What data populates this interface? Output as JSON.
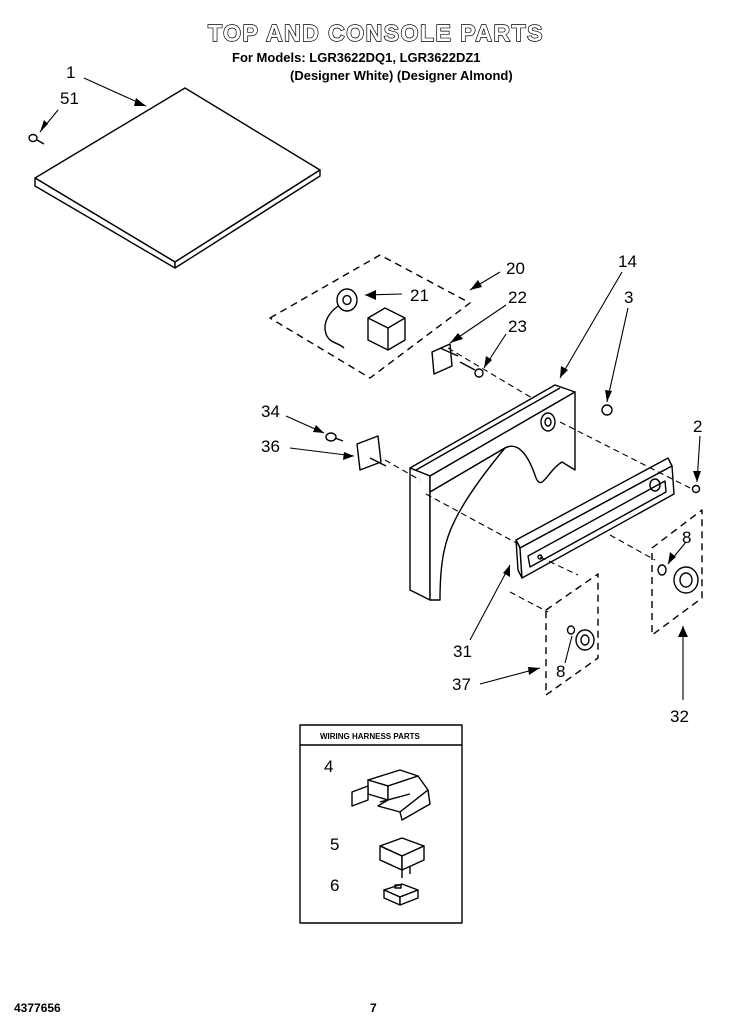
{
  "header": {
    "title": "TOP AND CONSOLE PARTS",
    "models": "For Models: LGR3622DQ1, LGR3622DZ1",
    "variants": "(Designer White) (Designer Almond)"
  },
  "callouts": {
    "c1": "1",
    "c51": "51",
    "c20": "20",
    "c21": "21",
    "c22": "22",
    "c23": "23",
    "c14": "14",
    "c3": "3",
    "c34": "34",
    "c36": "36",
    "c2": "2",
    "c8a": "8",
    "c31": "31",
    "c37": "37",
    "c8b": "8",
    "c32": "32",
    "c4": "4",
    "c5": "5",
    "c6": "6"
  },
  "wiring_box": {
    "title": "WIRING HARNESS PARTS"
  },
  "footer": {
    "doc_number": "4377656",
    "page": "7"
  }
}
